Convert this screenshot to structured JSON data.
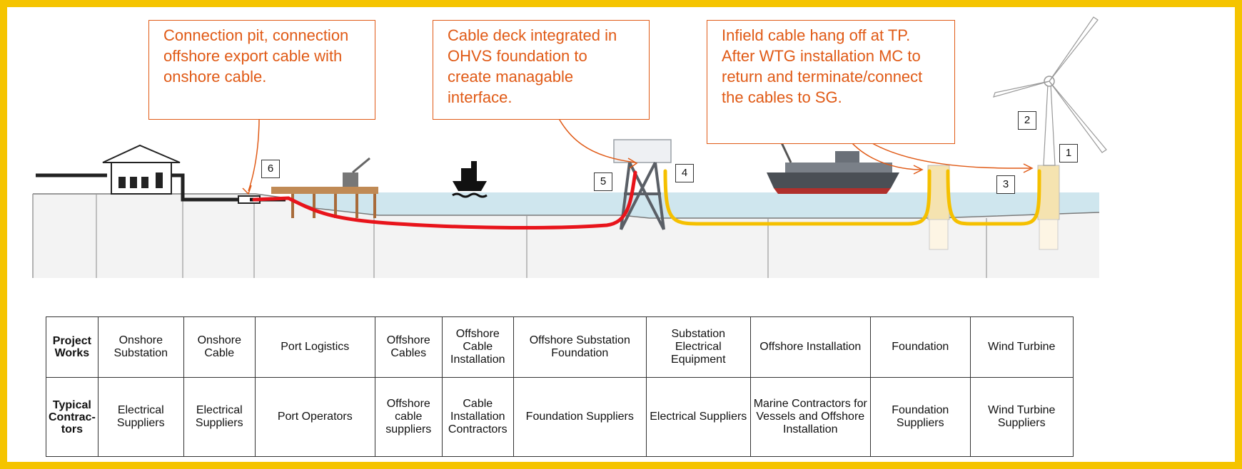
{
  "callouts": {
    "pit": "Connection pit, connection offshore export cable with onshore cable.",
    "deck": "Cable deck integrated in OHVS foundation to create managable interface.",
    "infield": "Infield cable hang off at TP. After WTG installation MC to return and terminate/connect the cables to SG."
  },
  "markers": [
    "1",
    "2",
    "3",
    "4",
    "5",
    "6"
  ],
  "table": {
    "row_headers": [
      "Project Works",
      "Typical Contrac-tors"
    ],
    "project_works": [
      "Onshore Substation",
      "Onshore Cable",
      "Port Logistics",
      "Offshore Cables",
      "Offshore Cable Installation",
      "Offshore Substation Foundation",
      "Substation Electrical Equipment",
      "Offshore Installation",
      "Foundation",
      "Wind Turbine"
    ],
    "typical_contractors": [
      "Electrical Suppliers",
      "Electrical Suppliers",
      "Port Operators",
      "Offshore cable suppliers",
      "Cable Installation Contractors",
      "Foundation Suppliers",
      "Electrical Suppliers",
      "Marine Contractors for Vessels and Offshore Installation",
      "Foundation Suppliers",
      "Wind Turbine Suppliers"
    ]
  },
  "colors": {
    "frame": "#f5c400",
    "callout_border": "#e05a16",
    "callout_text": "#e05a16",
    "export_cable": "#e8141b",
    "infield_cable": "#f5c000",
    "sea": "#cfe6ee"
  },
  "icons": [
    "onshore-substation-icon",
    "crane-jetty-icon",
    "ship-icon",
    "offshore-substation-icon",
    "installation-vessel-icon",
    "foundation-icon",
    "wind-turbine-icon"
  ]
}
